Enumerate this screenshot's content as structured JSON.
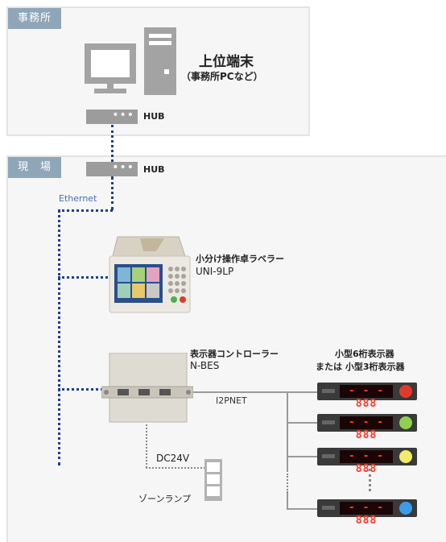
{
  "office": {
    "label": "事務所"
  },
  "site": {
    "label": "現　場"
  },
  "terminal": {
    "title": "上位端末",
    "subtitle": "（事務所PCなど）"
  },
  "hub_top": {
    "label": "HUB"
  },
  "hub_site": {
    "label": "HUB"
  },
  "ethernet": {
    "label": "Ethernet"
  },
  "labeler": {
    "name": "小分け操作卓ラベラー",
    "model": "UNI-9LP"
  },
  "controller": {
    "name": "表示器コントローラー",
    "model": "N-BES"
  },
  "i2pnet": {
    "label": "I2PNET"
  },
  "displays": {
    "title_line1": "小型6桁表示器",
    "title_line2": "または 小型3桁表示器",
    "readout": "- - - 888"
  },
  "led_colors": [
    "#e23a2a",
    "#8fd14f",
    "#f3ec6a",
    "#3d9be9"
  ],
  "dc24v": {
    "label": "DC24V"
  },
  "zone_lamp": {
    "label": "ゾーンランプ"
  },
  "colors": {
    "network_line": "#1e3f8f",
    "zone_tag": "#8fa6b8",
    "hub": "#9c9c9c"
  }
}
